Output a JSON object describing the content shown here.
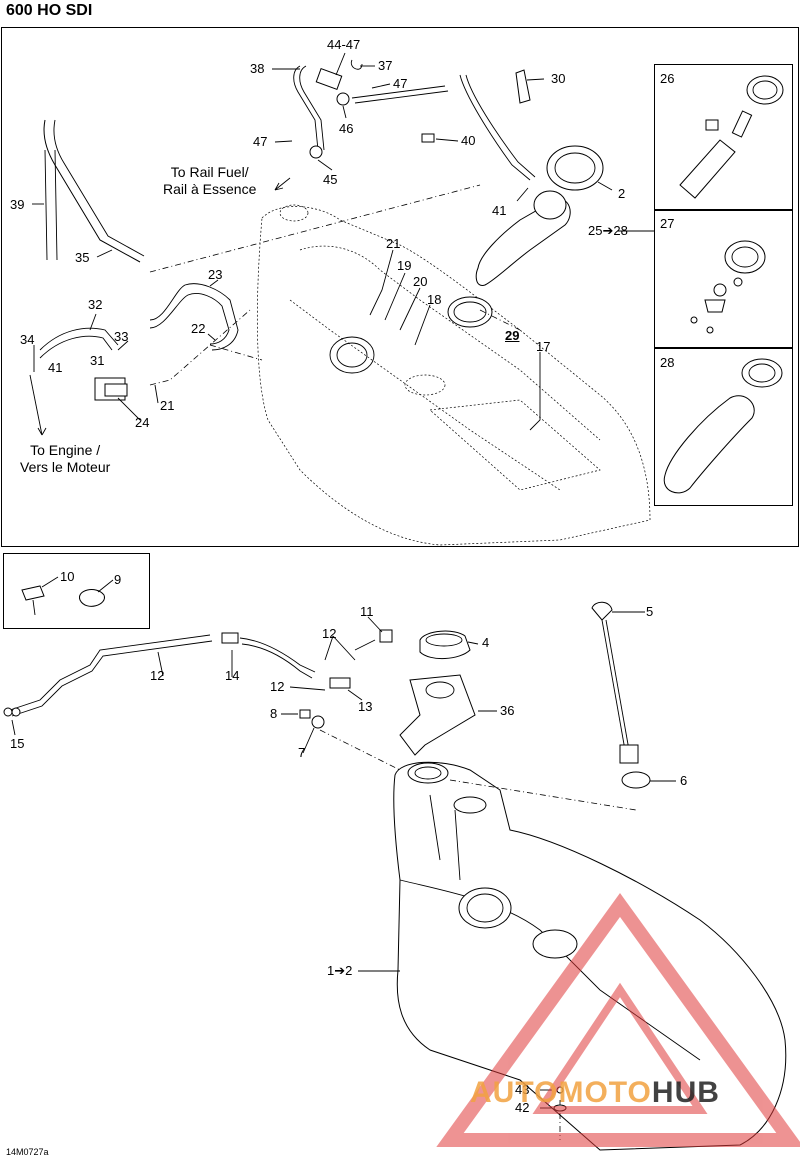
{
  "title": "600 HO SDI",
  "code": "14M0727a",
  "notes": {
    "rail": [
      "To Rail Fuel/",
      "Rail à Essence"
    ],
    "engine": [
      "To Engine /",
      "Vers le Moteur"
    ]
  },
  "labels_top": [
    {
      "id": "l4447",
      "t": "44-47"
    },
    {
      "id": "l38",
      "t": "38"
    },
    {
      "id": "l37",
      "t": "37"
    },
    {
      "id": "l47a",
      "t": "47"
    },
    {
      "id": "l46",
      "t": "46"
    },
    {
      "id": "l47b",
      "t": "47"
    },
    {
      "id": "l45",
      "t": "45"
    },
    {
      "id": "l30",
      "t": "30"
    },
    {
      "id": "l40",
      "t": "40"
    },
    {
      "id": "l2a",
      "t": "2"
    },
    {
      "id": "l41a",
      "t": "41"
    },
    {
      "id": "l2528",
      "t": "25➔28"
    },
    {
      "id": "l39",
      "t": "39"
    },
    {
      "id": "l35",
      "t": "35"
    },
    {
      "id": "l21a",
      "t": "21"
    },
    {
      "id": "l19",
      "t": "19"
    },
    {
      "id": "l20",
      "t": "20"
    },
    {
      "id": "l18",
      "t": "18"
    },
    {
      "id": "l23",
      "t": "23"
    },
    {
      "id": "l22",
      "t": "22"
    },
    {
      "id": "l29",
      "t": "29"
    },
    {
      "id": "l17",
      "t": "17"
    },
    {
      "id": "l32",
      "t": "32"
    },
    {
      "id": "l33",
      "t": "33"
    },
    {
      "id": "l34",
      "t": "34"
    },
    {
      "id": "l31",
      "t": "31"
    },
    {
      "id": "l41b",
      "t": "41"
    },
    {
      "id": "l24",
      "t": "24"
    },
    {
      "id": "l21b",
      "t": "21"
    },
    {
      "id": "l26",
      "t": "26"
    },
    {
      "id": "l27",
      "t": "27"
    },
    {
      "id": "l28",
      "t": "28"
    }
  ],
  "labels_bottom": [
    {
      "id": "l10",
      "t": "10"
    },
    {
      "id": "l9",
      "t": "9"
    },
    {
      "id": "l11",
      "t": "11"
    },
    {
      "id": "l12a",
      "t": "12"
    },
    {
      "id": "l12b",
      "t": "12"
    },
    {
      "id": "l12c",
      "t": "12"
    },
    {
      "id": "l14",
      "t": "14"
    },
    {
      "id": "l13",
      "t": "13"
    },
    {
      "id": "l8",
      "t": "8"
    },
    {
      "id": "l7",
      "t": "7"
    },
    {
      "id": "l15",
      "t": "15"
    },
    {
      "id": "l4",
      "t": "4"
    },
    {
      "id": "l36",
      "t": "36"
    },
    {
      "id": "l5",
      "t": "5"
    },
    {
      "id": "l6",
      "t": "6"
    },
    {
      "id": "l12",
      "t": "1➔2"
    },
    {
      "id": "l43",
      "t": "43"
    },
    {
      "id": "l42",
      "t": "42"
    }
  ],
  "watermark": {
    "part1": "AUTOMOTO",
    "part2": "HUB",
    "accent": "#f2a240",
    "logo": "#e03a3a"
  }
}
